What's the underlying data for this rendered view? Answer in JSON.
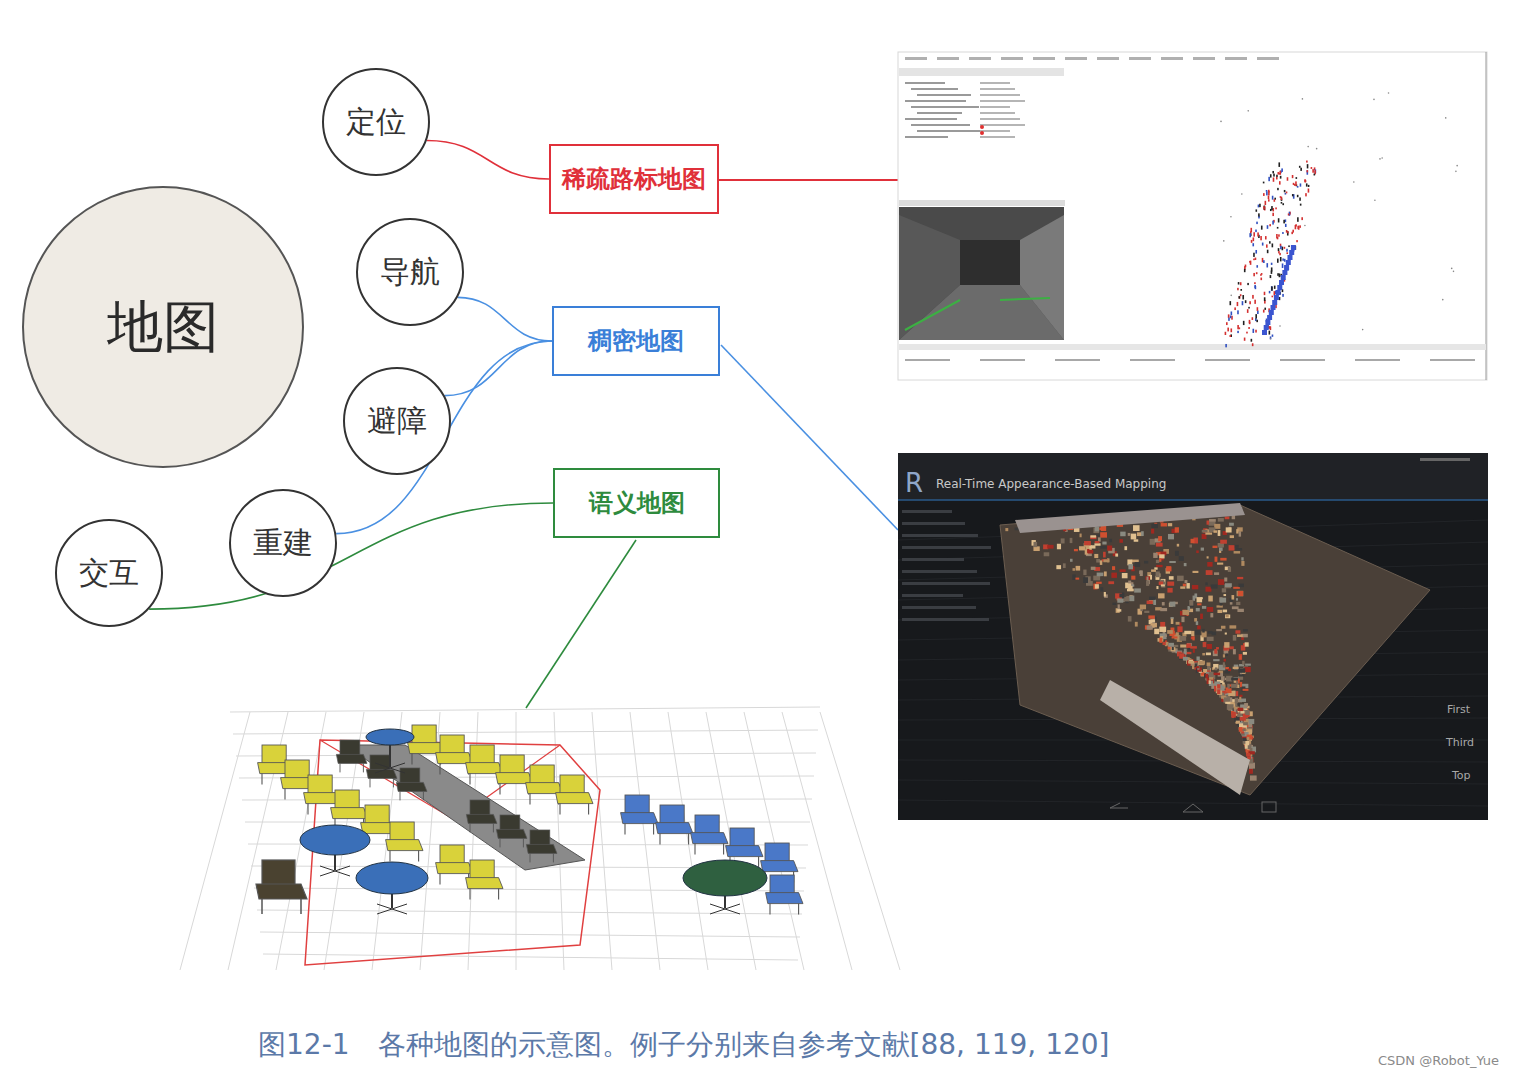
{
  "diagram": {
    "caption": "图12-1　各种地图的示意图。例子分别来自参考文献[88, 119, 120]",
    "nodes": [
      {
        "text": [
          "地图"
        ]
      },
      {
        "text": [
          "定位"
        ]
      },
      {
        "text": [
          "导航"
        ]
      },
      {
        "text": [
          "避障"
        ]
      },
      {
        "text": [
          "重建"
        ]
      },
      {
        "text": [
          "交互"
        ]
      },
      {
        "text": [
          "稀疏路标地图"
        ]
      },
      {
        "text": [
          "稠密地图"
        ]
      },
      {
        "text": [
          "语义地图"
        ]
      }
    ],
    "edges": [
      {
        "from": 1,
        "to": 6,
        "arrow": "none"
      },
      {
        "from": 2,
        "to": 7,
        "arrow": "none"
      },
      {
        "from": 3,
        "to": 7,
        "arrow": "none"
      },
      {
        "from": 4,
        "to": 7,
        "arrow": "none"
      },
      {
        "from": 5,
        "to": 8,
        "arrow": "none"
      }
    ],
    "labels": [
      "R",
      "Real-Time Appearance-Based Mapping",
      "First",
      "Third",
      "Top",
      "CSDN @Robot_Yue"
    ]
  }
}
